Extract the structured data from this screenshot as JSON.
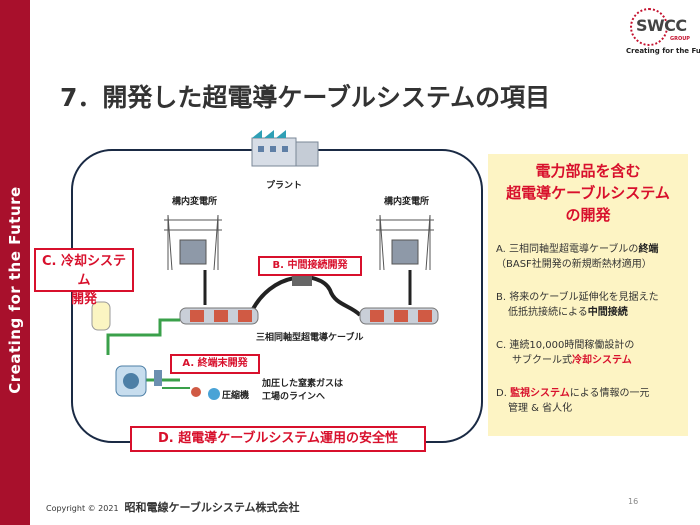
{
  "sidebar": {
    "text": "Creating for the Future"
  },
  "logo": {
    "name": "SWCC",
    "group": "GROUP",
    "tagline": "Creating for the Future"
  },
  "title": "7．開発した超電導ケーブルシステムの項目",
  "diagram": {
    "plant_label": "プラント",
    "substation_left": "構内変電所",
    "substation_right": "構内変電所",
    "cable_label": "三相同軸型超電導ケーブル",
    "compressor_label": "圧縮機",
    "nitrogen_label_line1": "加圧した窒素ガスは",
    "nitrogen_label_line2": "工場のラインへ",
    "box_c_line1": "C. 冷却システム",
    "box_c_line2": "開発",
    "box_b": "B. 中間接続開発",
    "box_a": "A. 終端末開発",
    "box_d": "D. 超電導ケーブルシステム運用の安全性"
  },
  "panel": {
    "title_line1": "電力部品を含む",
    "title_line2": "超電導ケーブルシステム",
    "title_line3": "の開発",
    "a_line1_pre": "A. 三相同軸型超電導ケーブルの",
    "a_line1_hl": "終端",
    "a_line2": "（BASF社開発の新規断熱材適用）",
    "b_line1": "B. 将来のケーブル延伸化を見据えた",
    "b_line2_pre": "低抵抗接続による",
    "b_line2_hl": "中間接続",
    "c_line1": "C. 連続10,000時間稼働設計の",
    "c_line2_pre": "サブクール式",
    "c_line2_hl": "冷却システム",
    "d_line1_pre": "D. ",
    "d_line1_hl": "監視システム",
    "d_line1_post": "による情報の一元",
    "d_line2": "管理 & 省人化"
  },
  "footer": {
    "copyright": "Copyright © 2021",
    "company": "昭和電線ケーブルシステム株式会社"
  },
  "page_number": "16",
  "colors": {
    "brand_red": "#a8102c",
    "accent_red": "#d8102c",
    "panel_bg": "#fdf4c4",
    "pipe_green": "#3aa04a"
  }
}
